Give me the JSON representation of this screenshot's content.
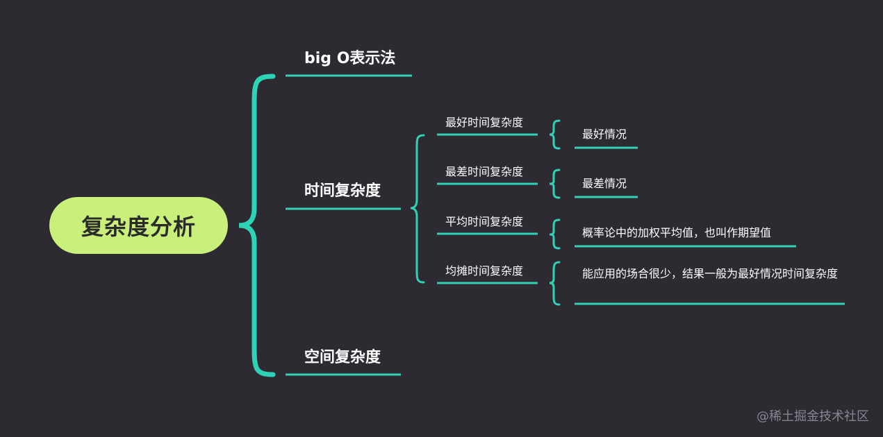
{
  "root": {
    "label": "复杂度分析"
  },
  "branches": {
    "bigo": {
      "label": "big O表示法"
    },
    "time": {
      "label": "时间复杂度",
      "children": [
        {
          "label": "最好时间复杂度",
          "detail": "最好情况"
        },
        {
          "label": "最差时间复杂度",
          "detail": "最差情况"
        },
        {
          "label": "平均时间复杂度",
          "detail": "概率论中的加权平均值，也叫作期望值"
        },
        {
          "label": "均摊时间复杂度",
          "detail": "能应用的场合很少，结果一般为最好情况时间复杂度"
        }
      ]
    },
    "space": {
      "label": "空间复杂度"
    }
  },
  "watermark": "@稀土掘金技术社区",
  "colors": {
    "background": "#2d2a32",
    "connector": "#2ed3b7",
    "root_fill": "#c8f07b",
    "text": "#ffffff"
  }
}
